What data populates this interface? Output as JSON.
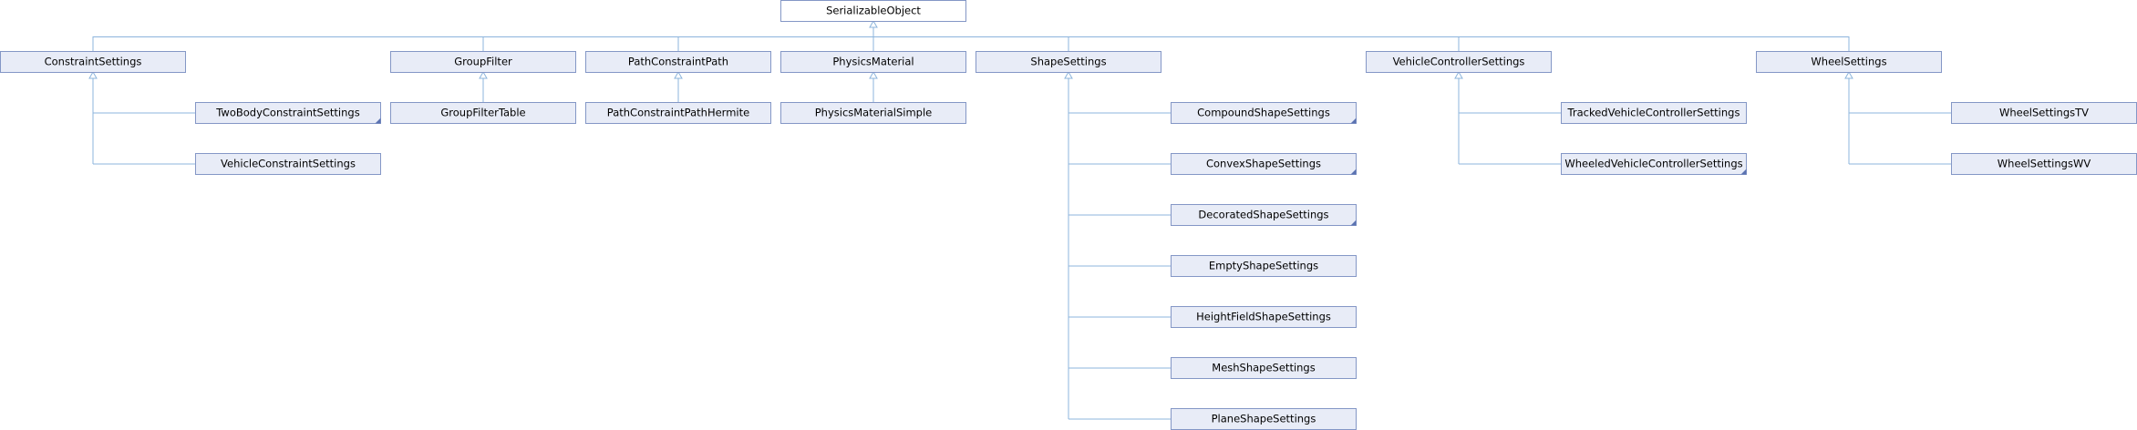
{
  "colors": {
    "node_fill": "#e8ecf7",
    "node_border": "#8497c6",
    "root_fill": "#ffffff",
    "root_border": "#000000",
    "edge": "#8cb4dc",
    "text": "#000000"
  },
  "root": {
    "id": "root",
    "label": "SerializableObject"
  },
  "nodes": [
    {
      "id": "n_constraint",
      "label": "ConstraintSettings",
      "parent": "root",
      "more": false
    },
    {
      "id": "n_twobody",
      "label": "TwoBodyConstraintSettings",
      "parent": "n_constraint",
      "more": true
    },
    {
      "id": "n_vehicleconstraint",
      "label": "VehicleConstraintSettings",
      "parent": "n_constraint",
      "more": false
    },
    {
      "id": "n_groupfilter",
      "label": "GroupFilter",
      "parent": "root",
      "more": false
    },
    {
      "id": "n_groupfiltertable",
      "label": "GroupFilterTable",
      "parent": "n_groupfilter",
      "more": false
    },
    {
      "id": "n_pathconstraint",
      "label": "PathConstraintPath",
      "parent": "root",
      "more": false
    },
    {
      "id": "n_pathhermite",
      "label": "PathConstraintPathHermite",
      "parent": "n_pathconstraint",
      "more": false
    },
    {
      "id": "n_physmat",
      "label": "PhysicsMaterial",
      "parent": "root",
      "more": false
    },
    {
      "id": "n_physmatsimple",
      "label": "PhysicsMaterialSimple",
      "parent": "n_physmat",
      "more": false
    },
    {
      "id": "n_shape",
      "label": "ShapeSettings",
      "parent": "root",
      "more": false
    },
    {
      "id": "n_compound",
      "label": "CompoundShapeSettings",
      "parent": "n_shape",
      "more": true
    },
    {
      "id": "n_convex",
      "label": "ConvexShapeSettings",
      "parent": "n_shape",
      "more": true
    },
    {
      "id": "n_decorated",
      "label": "DecoratedShapeSettings",
      "parent": "n_shape",
      "more": true
    },
    {
      "id": "n_empty",
      "label": "EmptyShapeSettings",
      "parent": "n_shape",
      "more": false
    },
    {
      "id": "n_heightfield",
      "label": "HeightFieldShapeSettings",
      "parent": "n_shape",
      "more": false
    },
    {
      "id": "n_mesh",
      "label": "MeshShapeSettings",
      "parent": "n_shape",
      "more": false
    },
    {
      "id": "n_plane",
      "label": "PlaneShapeSettings",
      "parent": "n_shape",
      "more": false
    },
    {
      "id": "n_vehiclectrl",
      "label": "VehicleControllerSettings",
      "parent": "root",
      "more": false
    },
    {
      "id": "n_tracked",
      "label": "TrackedVehicleControllerSettings",
      "parent": "n_vehiclectrl",
      "more": false
    },
    {
      "id": "n_wheeled",
      "label": "WheeledVehicleControllerSettings",
      "parent": "n_vehiclectrl",
      "more": true
    },
    {
      "id": "n_wheel",
      "label": "WheelSettings",
      "parent": "root",
      "more": false
    },
    {
      "id": "n_wheeltv",
      "label": "WheelSettingsTV",
      "parent": "n_wheel",
      "more": false
    },
    {
      "id": "n_wheelwv",
      "label": "WheelSettingsWV",
      "parent": "n_wheel",
      "more": false
    }
  ]
}
